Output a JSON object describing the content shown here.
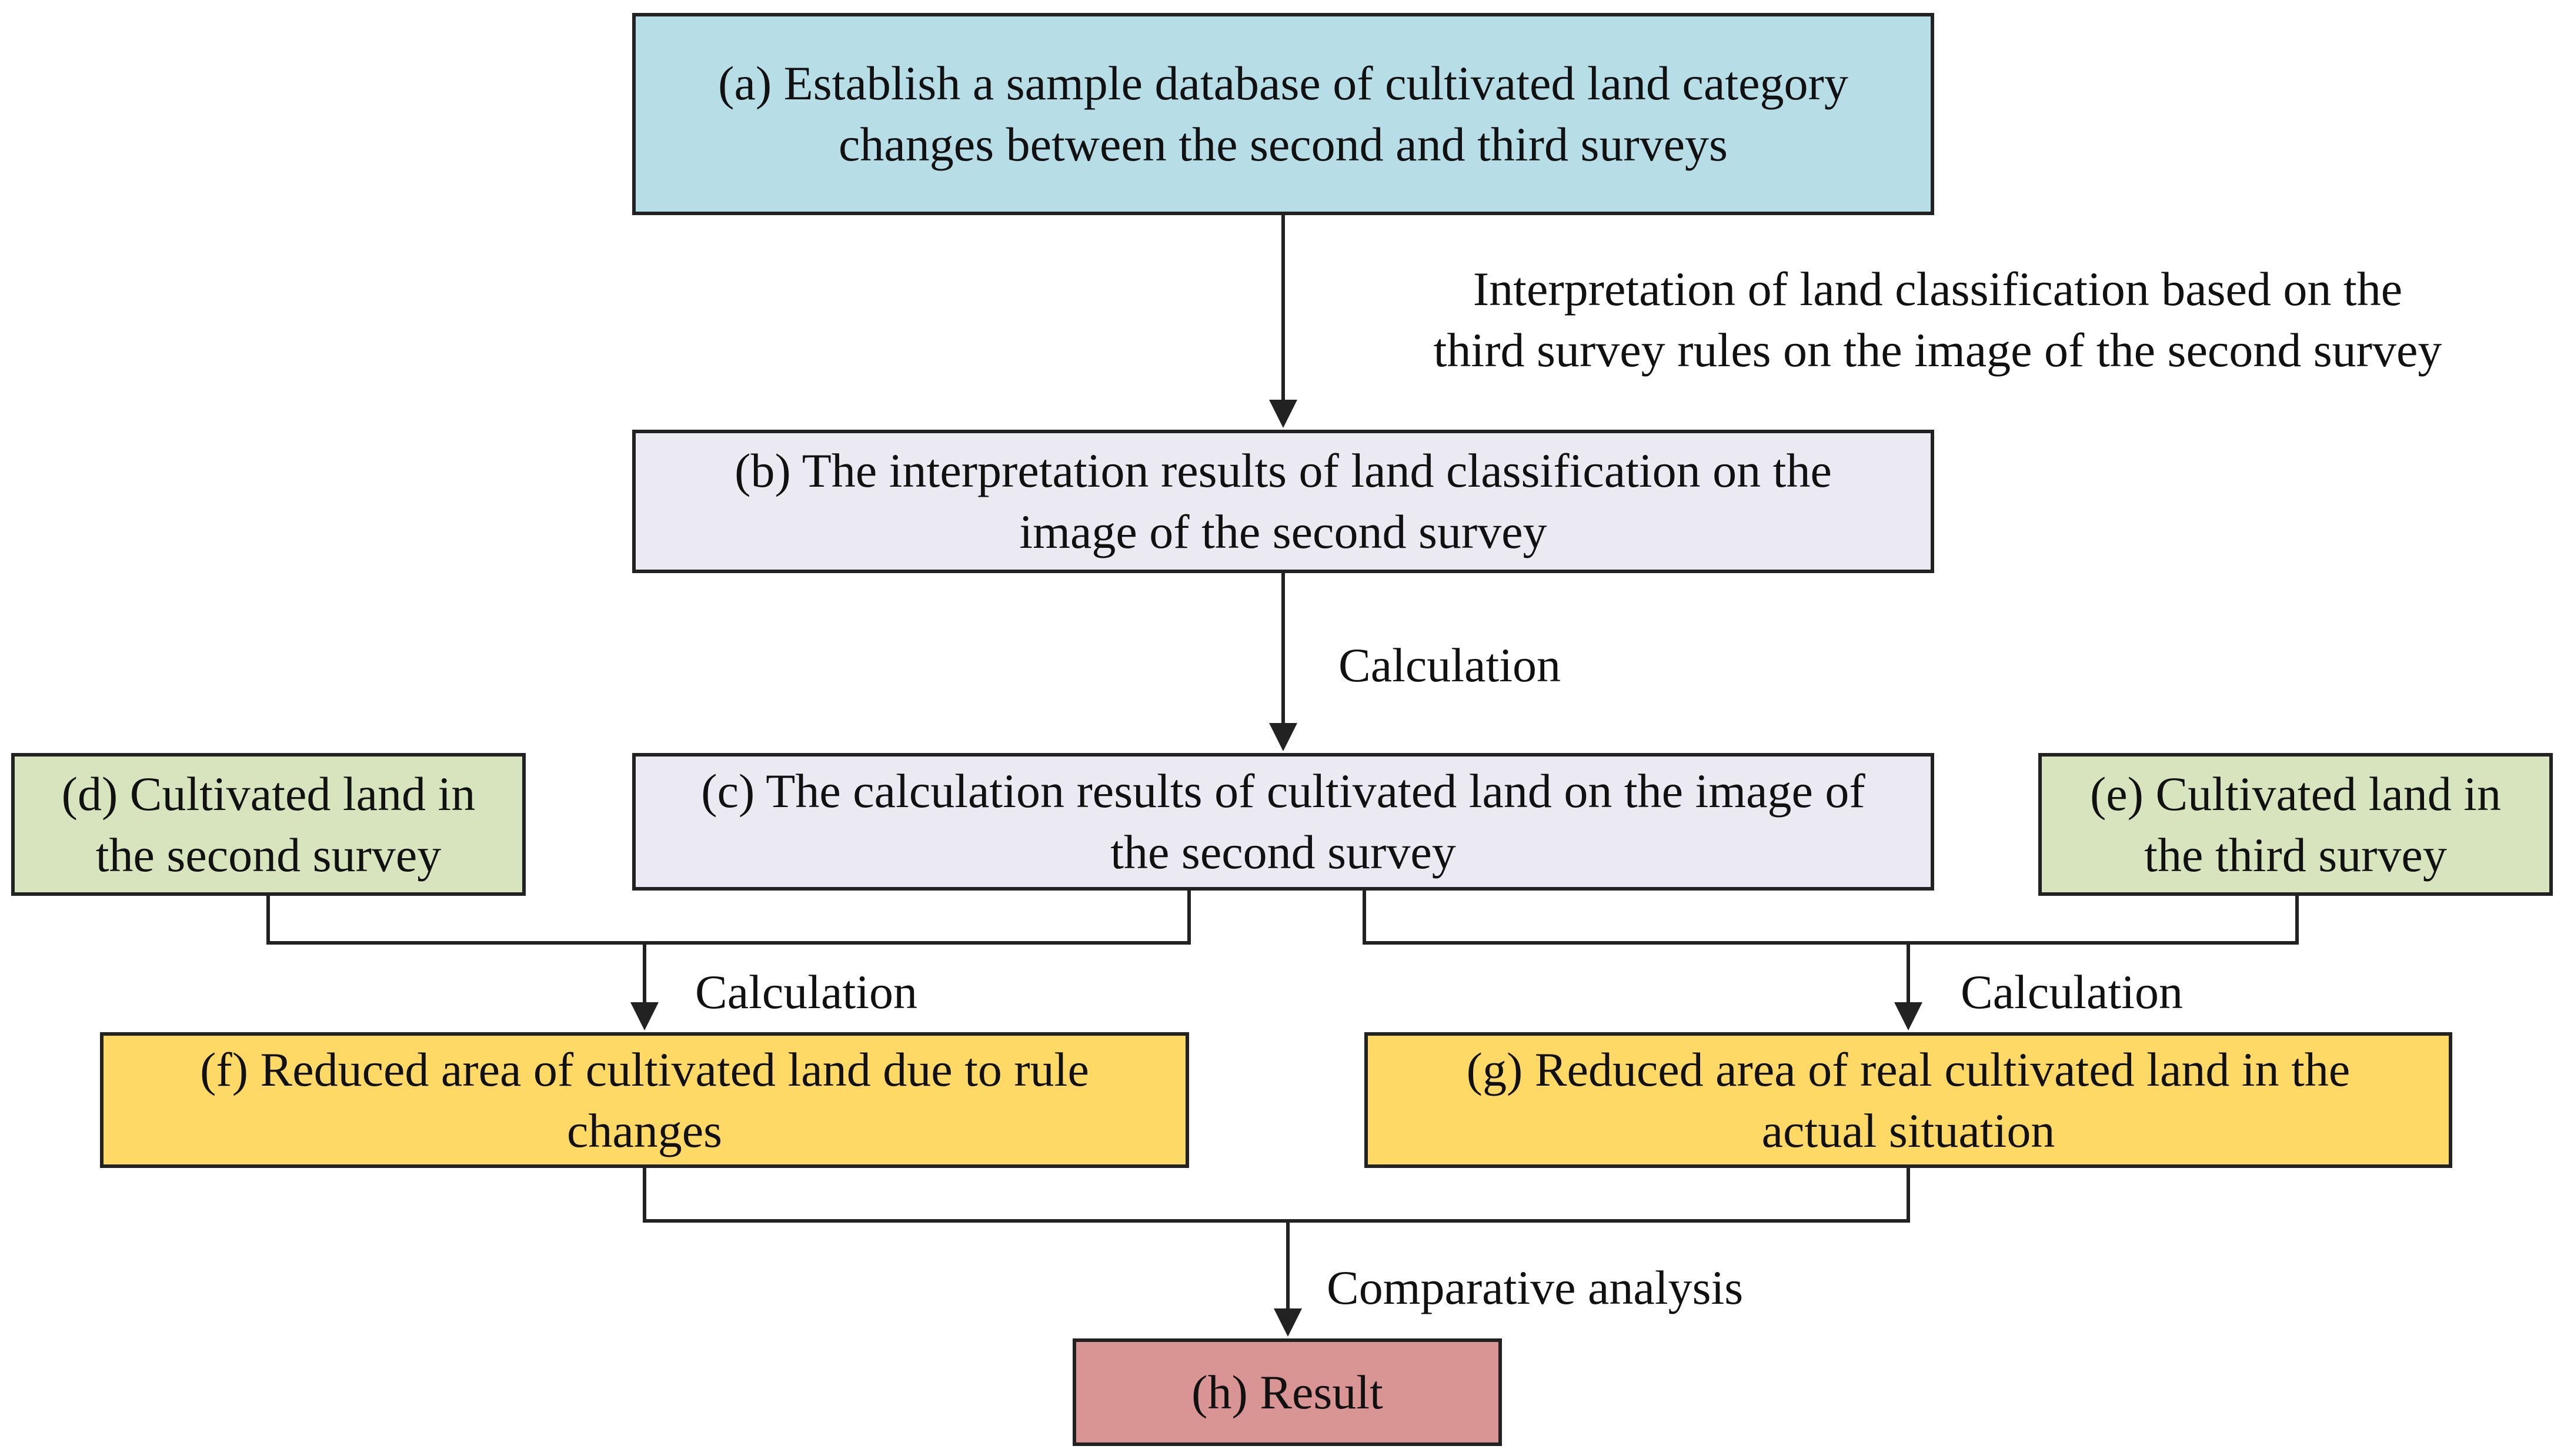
{
  "colors": {
    "blue": "#b7dde7",
    "lavender": "#ebe9f1",
    "green": "#d7e4bd",
    "yellow": "#ffd966",
    "red": "#d99594",
    "line": "#222222"
  },
  "nodes": {
    "a": {
      "label": "(a) Establish a sample database of cultivated land category\nchanges between the second and third surveys",
      "color": "blue"
    },
    "b": {
      "label": "(b)  The interpretation results of land classification on the\nimage of the second survey",
      "color": "lavender"
    },
    "c": {
      "label": "(c) The calculation results of cultivated land on the image of\nthe second survey",
      "color": "lavender"
    },
    "d": {
      "label": "(d) Cultivated land in\nthe second survey",
      "color": "green"
    },
    "e": {
      "label": "(e) Cultivated land in\nthe third survey",
      "color": "green"
    },
    "f": {
      "label": "(f) Reduced area of cultivated land due to rule\nchanges",
      "color": "yellow"
    },
    "g": {
      "label": "(g) Reduced area of real cultivated land in the\nactual situation",
      "color": "yellow"
    },
    "h": {
      "label": "(h) Result",
      "color": "red"
    }
  },
  "edges": {
    "a_to_b": "Interpretation of land classification based on the\nthird survey rules on the image of the second survey",
    "b_to_c": "Calculation",
    "to_f": "Calculation",
    "to_g": "Calculation",
    "to_h": "Comparative analysis"
  }
}
